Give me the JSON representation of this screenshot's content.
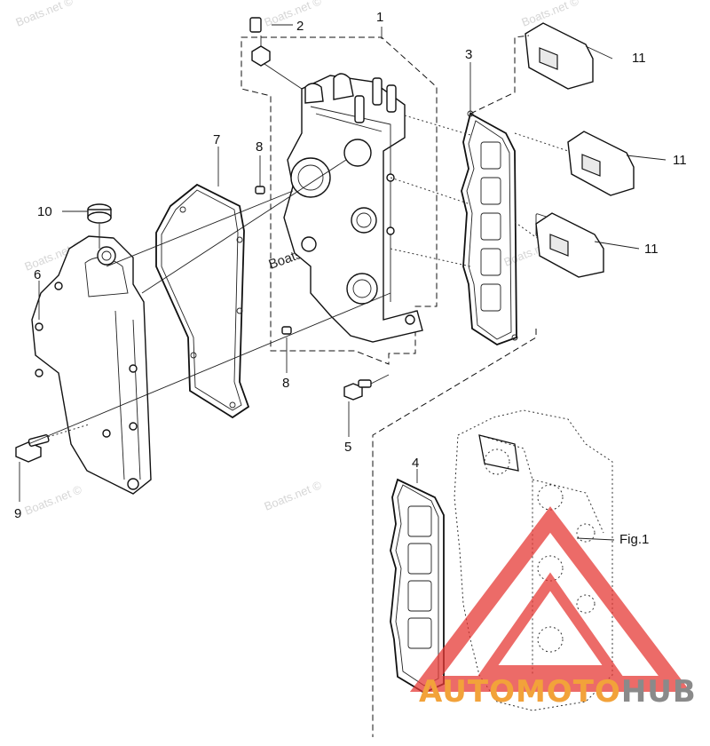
{
  "diagram": {
    "callouts": [
      {
        "id": "c1",
        "text": "1"
      },
      {
        "id": "c2",
        "text": "2"
      },
      {
        "id": "c3",
        "text": "3"
      },
      {
        "id": "c4",
        "text": "4"
      },
      {
        "id": "c5",
        "text": "5"
      },
      {
        "id": "c6",
        "text": "6"
      },
      {
        "id": "c7",
        "text": "7"
      },
      {
        "id": "c8a",
        "text": "8"
      },
      {
        "id": "c8b",
        "text": "8"
      },
      {
        "id": "c9",
        "text": "9"
      },
      {
        "id": "c10",
        "text": "10"
      },
      {
        "id": "c11a",
        "text": "11"
      },
      {
        "id": "c11b",
        "text": "11"
      },
      {
        "id": "c11c",
        "text": "11"
      }
    ],
    "figure_label": "Fig.1"
  },
  "watermarks": {
    "top_left": "Boats.net ©",
    "top_mid": "Boats.net ©",
    "top_right": "Boats.net ©",
    "center": "Boats.net ©",
    "mid_left": "Boats.net ©",
    "lower_left": "Boats.net ©",
    "lower_mid": "Boats.net ©",
    "lower_right": "Boats.net ©"
  },
  "brand": {
    "part1": "AUTOMOTO",
    "part2": "HUB",
    "logo_color": "#e53935",
    "accent_color": "#f2a23a"
  }
}
